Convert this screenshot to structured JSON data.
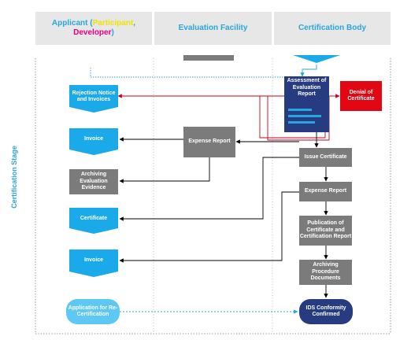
{
  "headers": {
    "applicant_prefix": "Applicant (",
    "applicant_yellow": "Participant",
    "applicant_sep": ",",
    "applicant_magenta": "Developer",
    "applicant_suffix": ")",
    "evaluation_facility": "Evaluation Facility",
    "certification_body": "Certification Body"
  },
  "stage_label": "Certification Stage",
  "applicant_nodes": {
    "rejection": "Rejection Notice and Invoices",
    "invoice_1": "Invoice",
    "archiving_evidence": "Archiving Evaluation Evidence",
    "certificate": "Certificate",
    "invoice_2": "Invoice",
    "recertification": "Application for Re-Certification"
  },
  "facility_nodes": {
    "expense_report": "Expense Report"
  },
  "body_nodes": {
    "assessment": "Assessment of Evaluation Report",
    "denial": "Denial of Certificate",
    "issue_certificate": "Issue Certificate",
    "expense_report": "Expense Report",
    "publication": "Publication of Certificate and Certification Report",
    "archiving_documents": "Archiving Procedure Documents",
    "conformity": "IDS Conformity Confirmed"
  },
  "colors": {
    "header_bg": "#e7e7e7",
    "accent_blue": "#2aa6df",
    "node_blue": "#1aa9e9",
    "node_gray": "#7b7b7b",
    "denial_red": "#e30613",
    "navy": "#263b80",
    "highlight_yellow": "#f3e400",
    "highlight_magenta": "#e5007e"
  }
}
